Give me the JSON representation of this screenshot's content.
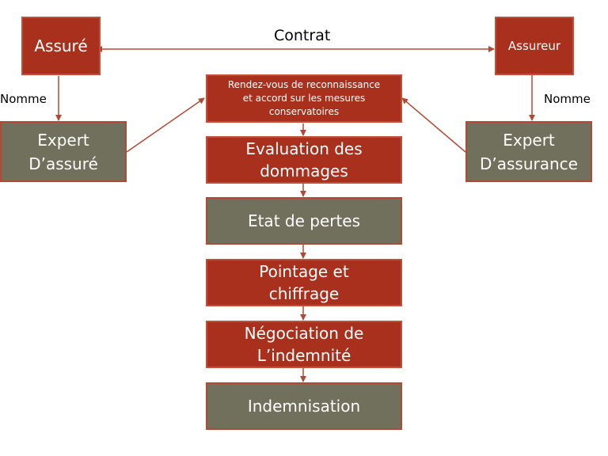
{
  "diagram": {
    "colors": {
      "primary_box": "#a8301c",
      "secondary_box": "#70705c",
      "connector": "#b04a35",
      "text": "#ffffff"
    },
    "nodes": {
      "assure": "Assuré",
      "assureur": "Assureur",
      "expert_assure": "Expert\nD’assuré",
      "expert_assurance": "Expert\nD’assurance",
      "rendez_vous": "Rendez-vous de reconnaissance\net accord sur les mesures\nconservatoires",
      "evaluation": "Evaluation des\ndommages",
      "etat_pertes": "Etat de pertes",
      "pointage": "Pointage et\nchiffrage",
      "negociation": "Négociation de\nL’indemnité",
      "indemnisation": "Indemnisation"
    },
    "edge_labels": {
      "contrat": "Contrat",
      "nomme_left": "Nomme",
      "nomme_right": "Nomme"
    }
  }
}
